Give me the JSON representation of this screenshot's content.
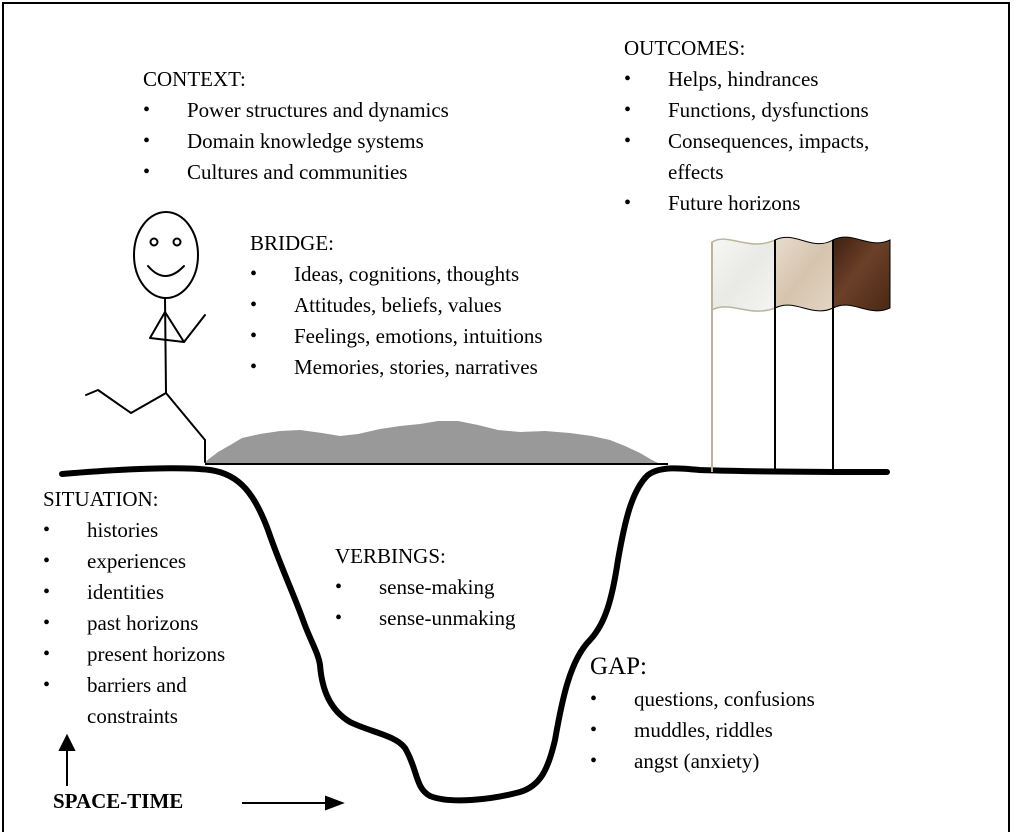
{
  "context": {
    "title": "CONTEXT:",
    "items": [
      "Power structures and dynamics",
      "Domain knowledge systems",
      "Cultures and communities"
    ]
  },
  "outcomes": {
    "title": "OUTCOMES:",
    "items": [
      "Helps, hindrances",
      "Functions, dysfunctions",
      "Consequences, impacts, effects",
      "Future horizons"
    ]
  },
  "bridge": {
    "title": "BRIDGE:",
    "items": [
      "Ideas, cognitions, thoughts",
      "Attitudes, beliefs, values",
      "Feelings, emotions, intuitions",
      "Memories, stories, narratives"
    ]
  },
  "situation": {
    "title": "SITUATION:",
    "items": [
      "histories",
      "experiences",
      "identities",
      "past horizons",
      "present horizons",
      "barriers and constraints"
    ]
  },
  "verbings": {
    "title": "VERBINGS:",
    "items": [
      "sense-making",
      "sense-unmaking"
    ]
  },
  "gap": {
    "title": "GAP:",
    "items": [
      "questions, confusions",
      "muddles, riddles",
      "angst (anxiety)"
    ]
  },
  "space_time": {
    "label": "SPACE-TIME"
  },
  "icons": {
    "person": "stick-figure-icon",
    "flags": [
      "white-flag-icon",
      "beige-flag-icon",
      "brown-flag-icon"
    ]
  },
  "colors": {
    "bridge_fill": "#999999",
    "flag_white": "#f1f1ef",
    "flag_beige": "#dcccb8",
    "flag_brown": "#5a3420"
  }
}
